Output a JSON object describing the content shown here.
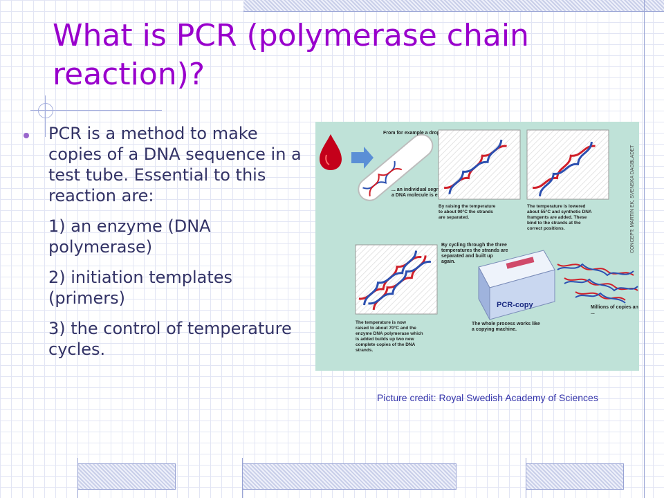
{
  "slide": {
    "title": "What is PCR (polymerase chain reaction)?",
    "paragraphs": [
      "PCR is a method to make copies of a DNA sequence in a test tube. Essential to this reaction are:",
      "1) an enzyme (DNA polymerase)",
      "2) initiation templates (primers)",
      "3) the control of temperature cycles."
    ],
    "credit": "Picture credit: Royal Swedish Academy of Sciences"
  },
  "figure": {
    "top_left_caption": "From for example a drop of blood ...",
    "tube_caption": "... an individual segment of a DNA molecule is extracted",
    "step1_caption": "By raising the temperature to about 90°C the strands are separated.",
    "step2_caption": "The temperature is lowered about 55°C and synthetic DNA framgents are added. These bind to the strands at the correct positions.",
    "cycle_caption": "By cycling through the three temperatures the strands are separated and built up again.",
    "step3_caption": "The temperature is now raised to about 70°C and the enzyme DNA polymerase which is added builds up two new complete copies of the DNA strands.",
    "machine_label": "PCR-copy",
    "machine_caption": "The whole process works like a copying machine.",
    "millions_caption": "Millions of copies an hour ...",
    "side_credit": "CONCEPT: MARTIN EK, SVENSKA DAGBLADET",
    "colors": {
      "background": "#bfe2d8",
      "strand_red": "#d0202a",
      "strand_blue": "#2b4fb0",
      "drop": "#c4001a",
      "arrow": "#5b8fd6"
    }
  }
}
